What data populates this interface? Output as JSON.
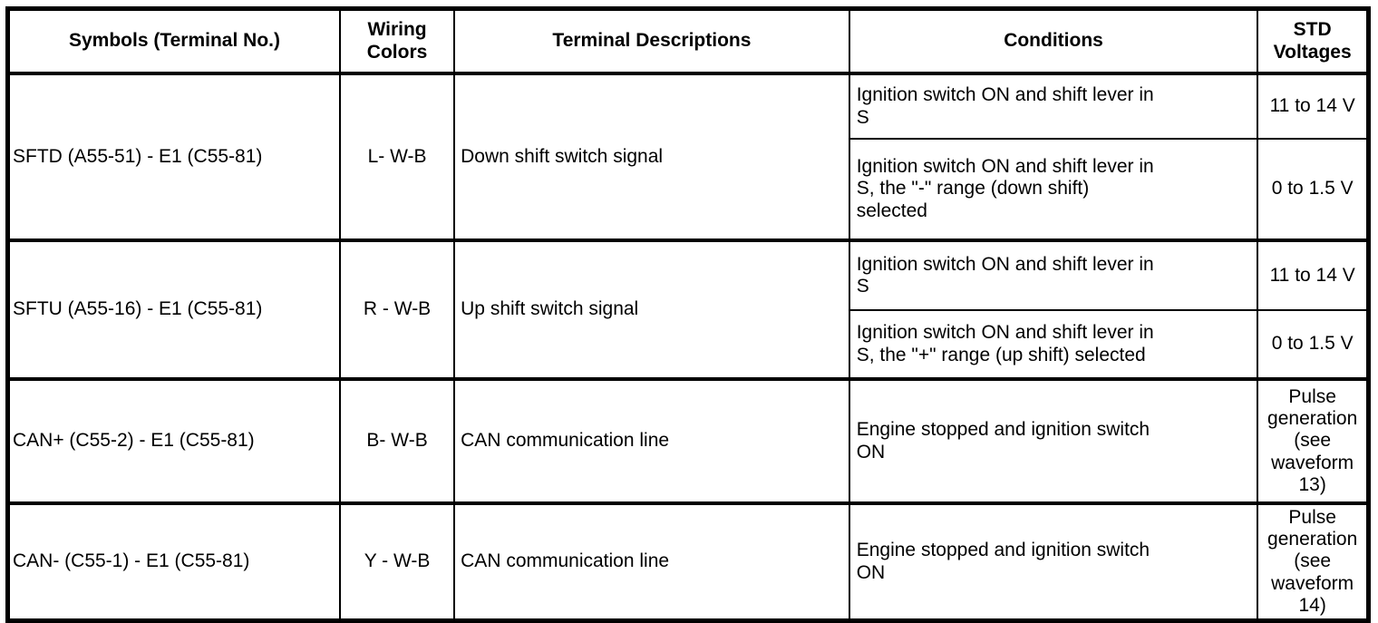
{
  "header": {
    "symbols": "Symbols (Terminal No.)",
    "wiring": "Wiring\nColors",
    "descriptions": "Terminal Descriptions",
    "conditions": "Conditions",
    "std": "STD\nVoltages"
  },
  "rows": [
    {
      "symbol": "SFTD (A55-51) - E1 (C55-81)",
      "wiring_color": "L- W-B",
      "description": "Down shift switch signal",
      "conditions": [
        {
          "condition": "Ignition switch ON and shift lever in\nS",
          "std_voltage": "11 to 14 V"
        },
        {
          "condition": "Ignition switch ON and shift lever in\nS, the \"-\" range (down shift)\nselected",
          "std_voltage": "0 to 1.5 V"
        }
      ]
    },
    {
      "symbol": "SFTU (A55-16) - E1 (C55-81)",
      "wiring_color": "R - W-B",
      "description": "Up shift switch signal",
      "conditions": [
        {
          "condition": "Ignition switch ON and shift lever in\nS",
          "std_voltage": "11 to 14 V"
        },
        {
          "condition": "Ignition switch ON and shift lever in\nS, the \"+\" range (up shift) selected",
          "std_voltage": "0 to 1.5 V"
        }
      ]
    },
    {
      "symbol": "CAN+ (C55-2) - E1 (C55-81)",
      "wiring_color": "B- W-B",
      "description": "CAN communication line",
      "conditions": [
        {
          "condition": "Engine stopped and ignition switch\nON",
          "std_voltage": "Pulse\ngeneration\n(see\nwaveform 13)"
        }
      ]
    },
    {
      "symbol": "CAN- (C55-1) - E1 (C55-81)",
      "wiring_color": "Y - W-B",
      "description": "CAN communication line",
      "conditions": [
        {
          "condition": "Engine stopped and ignition switch\nON",
          "std_voltage": "Pulse\ngeneration\n(see\nwaveform 14)"
        }
      ]
    }
  ]
}
